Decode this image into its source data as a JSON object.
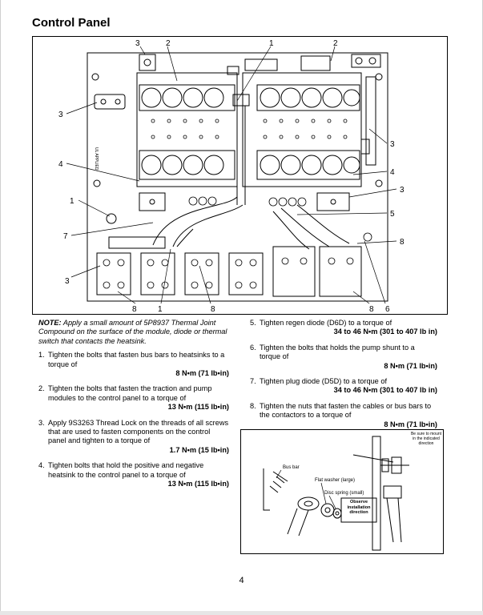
{
  "title": "Control Panel",
  "callouts": {
    "top": [
      "3",
      "2",
      "1",
      "2"
    ],
    "left": [
      "3",
      "4",
      "1",
      "7",
      "3"
    ],
    "right": [
      "3",
      "4",
      "3",
      "5",
      "8"
    ],
    "bottom": [
      "8",
      "1",
      "8",
      "8",
      "6"
    ]
  },
  "panel_labels": {
    "ul_applied": "UL APPLIED"
  },
  "note": {
    "label": "NOTE:",
    "text": "Apply a small amount of 5P8937 Thermal Joint Compound on the surface of the module, diode or thermal switch that contacts the heatsink."
  },
  "steps": [
    {
      "num": "1.",
      "text": "Tighten the bolts that fasten bus bars to heatsinks to a torque of",
      "torque": "8 N•m (71 lb•in)"
    },
    {
      "num": "2.",
      "text": "Tighten the bolts that fasten the traction and pump modules to the control panel to a torque of",
      "torque": "13 N•m (115 lb•in)"
    },
    {
      "num": "3.",
      "text": "Apply 9S3263 Thread Lock on the threads of all screws that are used to fasten components on the control panel and tighten to a torque of",
      "torque": "1.7 N•m (15 lb•in)"
    },
    {
      "num": "4.",
      "text": "Tighten bolts that hold the positive and negative heatsink to the control panel to a torque of",
      "torque": "13 N•m (115 lb•in)"
    },
    {
      "num": "5.",
      "text": "Tighten regen diode (D6D) to a torque of",
      "torque": "34 to 46 N•m (301 to 407 lb in)"
    },
    {
      "num": "6.",
      "text": "Tighten the bolts that holds the pump shunt to a torque of",
      "torque": "8 N•m (71 lb•in)"
    },
    {
      "num": "7.",
      "text": "Tighten plug diode (D5D) to a torque of",
      "torque": "34 to 46 N•m (301 to 407 lb in)"
    },
    {
      "num": "8.",
      "text": "Tighten the nuts that fasten the cables or bus bars to the contactors to a torque of",
      "torque": "8 N•m (71 lb•in)"
    }
  ],
  "inset": {
    "bus_bar": "Bus bar",
    "flat_washer": "Flat washer (large)",
    "disc_spring": "Disc spring (small)",
    "observe": "Observe installation direction",
    "be_sure": "Be sure to mount in the indicated direction"
  },
  "page_number": "4"
}
